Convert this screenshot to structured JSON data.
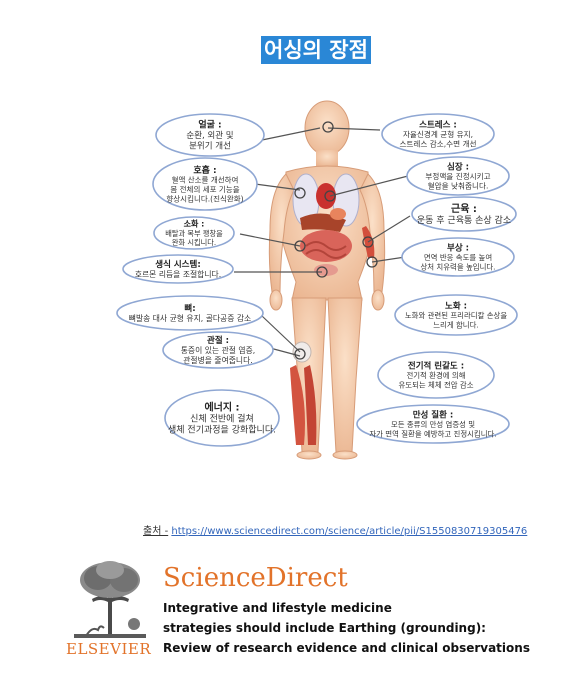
{
  "title": "어싱의 장점",
  "labels": [
    {
      "title": "얼굴 :",
      "lines": [
        "순환, 외관 및",
        "분위기 개선"
      ]
    },
    {
      "title": "호흡 :",
      "lines": [
        "혈액 산소를 개선하여",
        "몸 전체의 세포 기능을",
        "향상시킵니다.(진식완화)"
      ]
    },
    {
      "title": "소화 :",
      "lines": [
        "배탈과 복부 팽창을",
        "완화 시킵니다."
      ]
    },
    {
      "title": "생식 시스템:",
      "lines": [
        "호르몬 리듬을 조절합니다."
      ]
    },
    {
      "title": "뼈:",
      "lines": [
        "뼈발송 대사 균형 유지, 골다공증 감소"
      ]
    },
    {
      "title": "관절 :",
      "lines": [
        "통증이 있는 관절 염증,",
        "관절병을 줄여줍니다."
      ]
    },
    {
      "title": "에너지 :",
      "lines": [
        "신체 전반에 걸쳐",
        "생체 전기과정을 강화합니다."
      ]
    },
    {
      "title": "스트레스 :",
      "lines": [
        "자율신경계 균형 유지,",
        "스트레스 감소,수면 개선"
      ]
    },
    {
      "title": "심장 :",
      "lines": [
        "부정맥을 진정시키고",
        "혈압을 낮춰줍니다."
      ]
    },
    {
      "title": "근육 :",
      "lines": [
        "운동 후 근육통 손상 감소"
      ]
    },
    {
      "title": "부상 :",
      "lines": [
        "면역 반응 속도를 높여",
        "상처 치유력을 높입니다."
      ]
    },
    {
      "title": "노화 :",
      "lines": [
        "노화와 관련된 프리라디칼 손상을",
        "느리게 합니다."
      ]
    },
    {
      "title": "전기적 린갈도 :",
      "lines": [
        "전기적 환경에 의해",
        "유도되는 체체 전압 감소"
      ]
    },
    {
      "title": "만성 질환 :",
      "lines": [
        "모든 종류의 만성 염증성 및",
        "자가 면역 질환을 예방하고 진정시킵니다."
      ]
    }
  ],
  "source": {
    "prefix": "출처 -",
    "url": "https://www.sciencedirect.com/science/article/pii/S1550830719305476"
  },
  "publisher": "ELSEVIER",
  "brand": "ScienceDirect",
  "paper_title_lines": [
    "Integrative and lifestyle medicine",
    "strategies should include Earthing (grounding):",
    "Review of research evidence and clinical observations"
  ],
  "colors": {
    "title_bg": "#2a87d6",
    "brand": "#e2732a",
    "bubble_border": "#8fa7d3",
    "skin": "#f5c9a8",
    "link": "#3366bb"
  }
}
